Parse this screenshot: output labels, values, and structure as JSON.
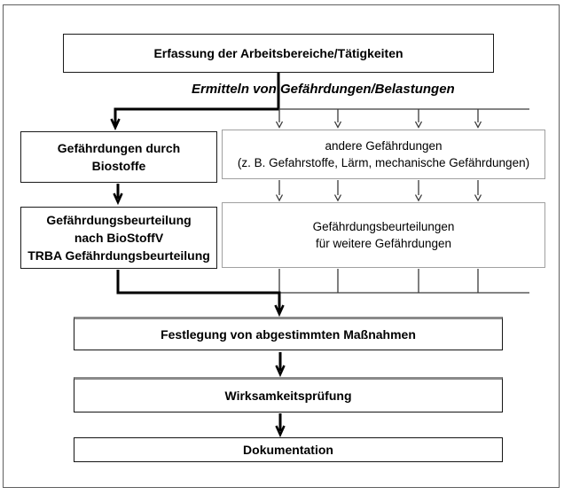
{
  "diagram": {
    "language": "de",
    "colors": {
      "background": "#ffffff",
      "outer_border": "#5f5f5f",
      "strong_box_border": "#1a1a1a",
      "gray_box_border": "#a0a0a0",
      "accent_top_bar": "#8a8a8a",
      "bold_line": "#000000",
      "thin_line": "#3a3a3a"
    },
    "nodes": {
      "capture": {
        "label": "Erfassung der Arbeitsbereiche/Tätigkeiten"
      },
      "flow_label": {
        "label": "Ermitteln von Gefährdungen/Belastungen"
      },
      "bio_hazards": {
        "lines": [
          "Gefährdungen durch",
          "Biostoffe"
        ]
      },
      "other_hazards": {
        "lines": [
          "andere Gefährdungen",
          "(z. B. Gefahrstoffe, Lärm, mechanische Gefährdungen)"
        ]
      },
      "bio_assessment": {
        "lines": [
          "Gefährdungsbeurteilung",
          "nach BioStoffV",
          "TRBA Gefährdungsbeurteilung"
        ]
      },
      "other_assessments": {
        "lines": [
          "Gefährdungsbeurteilungen",
          "für weitere Gefährdungen"
        ]
      },
      "measures": {
        "label": "Festlegung von abgestimmten Maßnahmen"
      },
      "effectiveness": {
        "label": "Wirksamkeitsprüfung"
      },
      "documentation": {
        "label": "Dokumentation"
      }
    }
  }
}
